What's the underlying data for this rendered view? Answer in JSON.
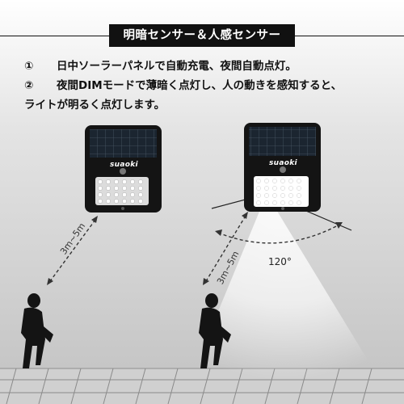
{
  "title": "明暗センサー＆人感センサー",
  "lines": [
    {
      "num": "①",
      "text": "日中ソーラーパネルで自動充電、夜間自動点灯。"
    },
    {
      "num": "②",
      "text": "夜間DIMモードで薄暗く点灯し、人の動きを感知すると、"
    },
    {
      "num": "",
      "text": "ライトが明るく点灯します。"
    }
  ],
  "brand": "suaoki",
  "distance": "3m~5m",
  "angle": "120°"
}
